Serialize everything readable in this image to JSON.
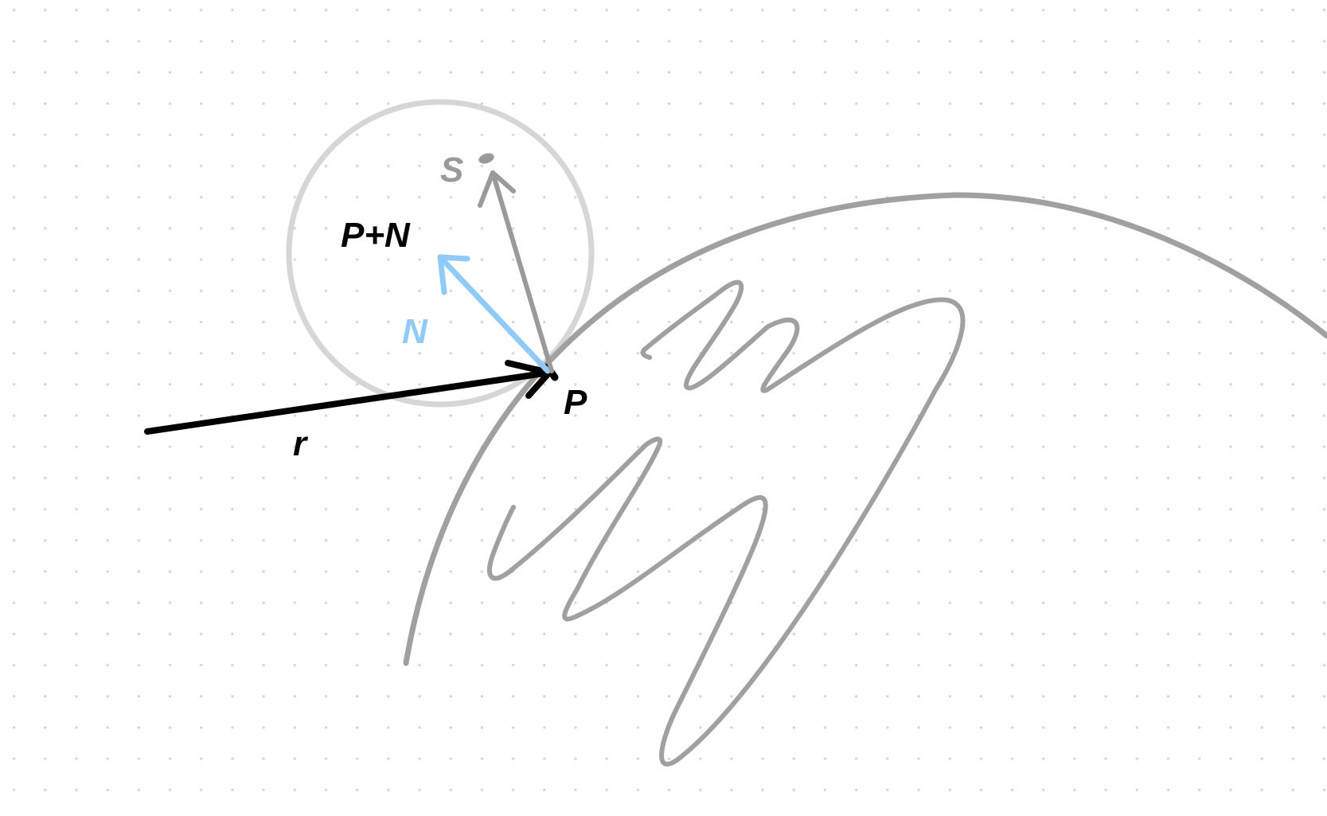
{
  "labels": {
    "s": "S",
    "p_plus_n": "P+N",
    "n": "N",
    "p": "P",
    "r": "r"
  },
  "colors": {
    "background": "#ffffff",
    "grid_dot": "#cfd2d6",
    "sphere": "#d6d6d6",
    "surface": "#a0a0a0",
    "scribble": "#a0a0a0",
    "ray": "#000000",
    "normal": "#90caf9",
    "sample": "#9a9a9a"
  }
}
